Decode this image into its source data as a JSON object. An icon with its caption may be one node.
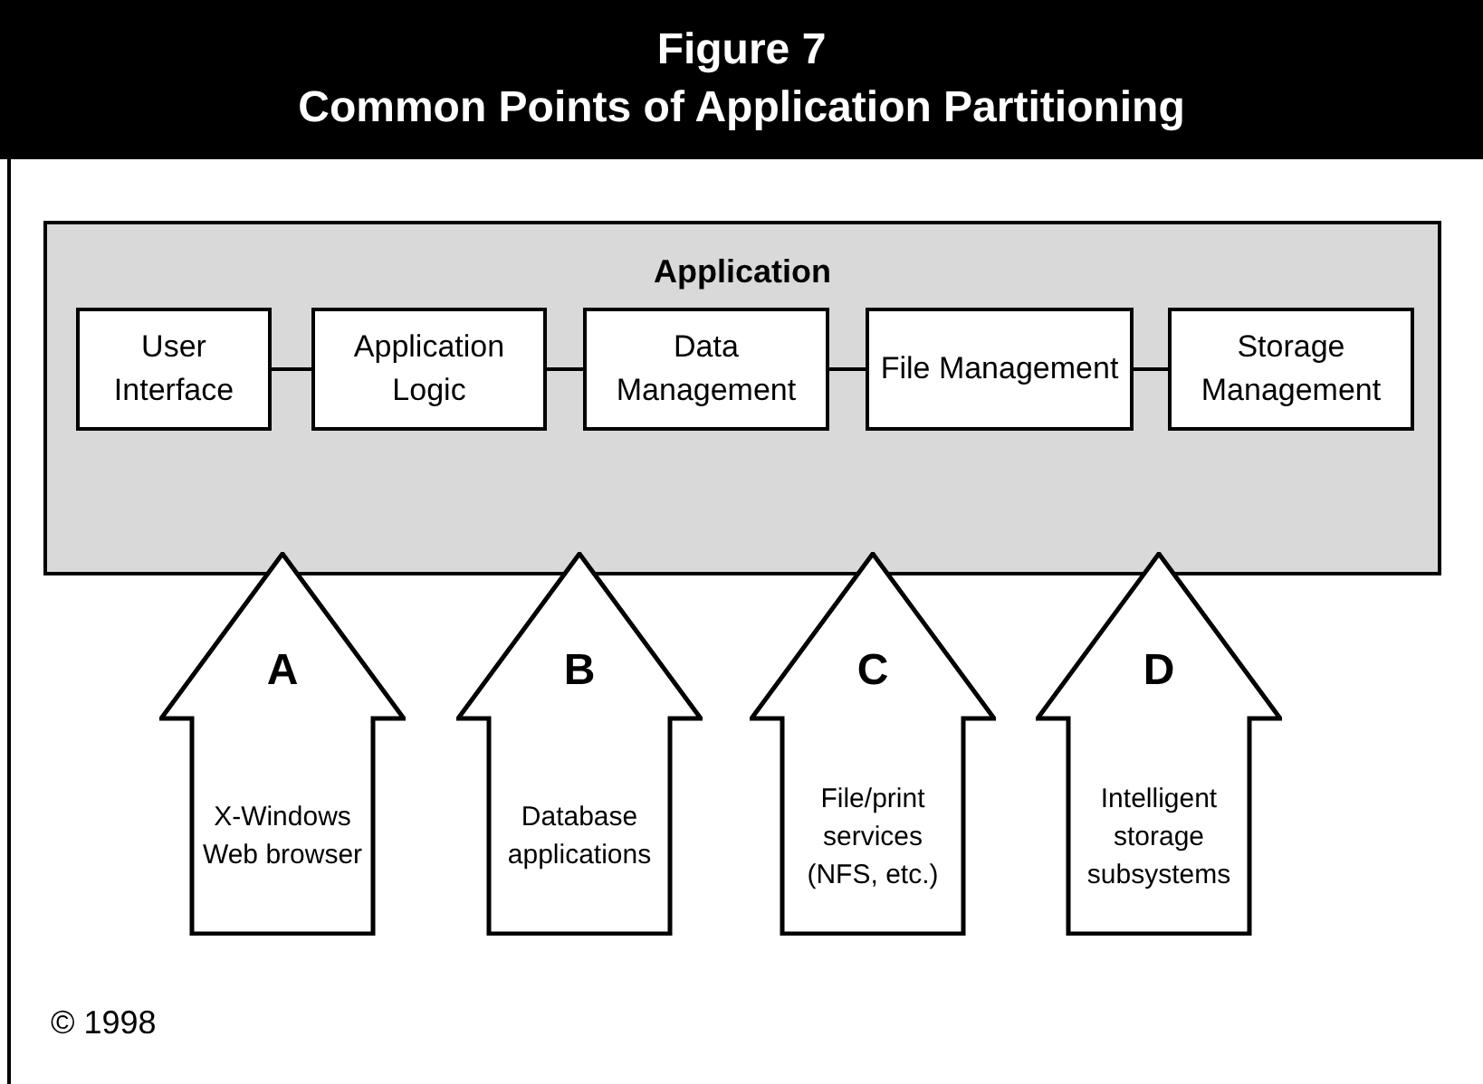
{
  "diagram": {
    "title": "Common Points of Application Partitioning",
    "caption": "© 1998",
    "labels": [
      "Figure 7"
    ],
    "nodes": [
      {
        "text": [
          "Application"
        ]
      },
      {
        "text": [
          "User Interface"
        ],
        "in": 0
      },
      {
        "text": [
          "Application Logic"
        ],
        "in": 0
      },
      {
        "text": [
          "Data Management"
        ],
        "in": 0
      },
      {
        "text": [
          "File Management"
        ],
        "in": 0
      },
      {
        "text": [
          "Storage Management"
        ],
        "in": 0
      },
      {
        "text": [
          "A",
          "X-Windows Web browser"
        ]
      },
      {
        "text": [
          "B",
          "Database applications"
        ]
      },
      {
        "text": [
          "C",
          "File/print services (NFS, etc.)"
        ]
      },
      {
        "text": [
          "D",
          "Intelligent storage subsystems"
        ]
      }
    ],
    "edges": [
      {
        "from": 1,
        "to": 2,
        "arrow": "none"
      },
      {
        "from": 2,
        "to": 3,
        "arrow": "none"
      },
      {
        "from": 3,
        "to": 4,
        "arrow": "none"
      },
      {
        "from": 4,
        "to": 5,
        "arrow": "none"
      }
    ]
  }
}
